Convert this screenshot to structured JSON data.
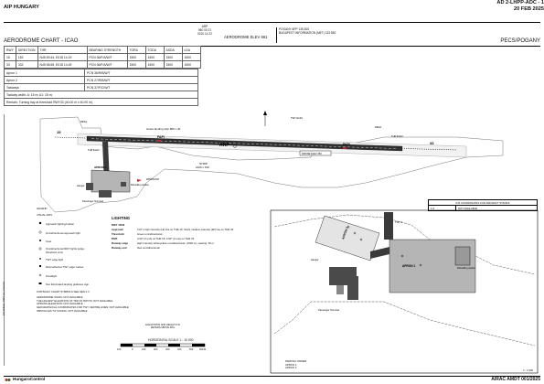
{
  "header": {
    "left": "AIP HUNGARY",
    "right_code": "AD 2-LHPP-ADC - 1",
    "right_date": "20 FEB 2025"
  },
  "arp_box": {
    "label": "ARP",
    "lat": "560 00 21",
    "lon": "0210 14 22"
  },
  "aerodrome_elev": "AERODROME ELEV 661",
  "frequencies": [
    "POGANY APP          135.815",
    "BUDAPEST INFORMATION (MET) 133.550"
  ],
  "titles": {
    "left": "AERODROME CHART - ICAO",
    "right": "PECS/POGANY"
  },
  "runway_table": {
    "headers": [
      "RWY",
      "DIRECTION",
      "THR",
      "BEARING STRENGTH",
      "TORA",
      "TODA",
      "ASDA",
      "LDA"
    ],
    "rows": [
      [
        "15",
        "152",
        "N45 59.44, E018 14.19",
        "PCN 36/F/A/W/T",
        "1500",
        "1500",
        "1500",
        "1500"
      ],
      [
        "33",
        "332",
        "N45 58.55, E018 14.49",
        "PCN 36/F/A/W/T",
        "1500",
        "1500",
        "1500",
        "1500"
      ]
    ]
  },
  "apron_rows": [
    {
      "label": "Apron 1",
      "value": "PCN 36/R/B/W/T"
    },
    {
      "label": "Apron 2",
      "value": "PCN 27/R/B/W/T"
    },
    {
      "label": "Taxiways",
      "value": "PCN 37/F/C/W/T"
    },
    {
      "label": "Taxiway width: A: 15 m; A1: 15 m;",
      "value": ""
    },
    {
      "label": "Remark: Turning bay at threshold RWY33 (40.00 m x 40.00 m).",
      "value": ""
    }
  ],
  "chart_labels": {
    "arp": "ARP",
    "papi15": "PAPI",
    "papi33": "PAPI",
    "strip": "STRIP",
    "strip_dims": "1620 x 150",
    "rwy_dims": "Grass landing strip 800 x 30",
    "twy_elev_left": "TWY ELEV",
    "twy_elev_right": "TWY ELEV",
    "rwy15": "15",
    "rwy33": "33",
    "thr_label_left": "THR ELEV",
    "thr_label_right": "THR ELEV",
    "apron_main": "APRON 1",
    "hangar": "Hangar",
    "terminal": "Passenger Terminal",
    "refuel": "Refuelling station",
    "windsock": "WINDSOCK",
    "vor_check": "CHECK POINT",
    "area_a": "RESA",
    "area_b": "RESA",
    "drone": "DRONE ELEV 252"
  },
  "legend": {
    "title": "LEGEND",
    "subtitle": "VISUAL AIDS",
    "items": [
      "Approach lighting/marker",
      "Omnidirectional approach light",
      "Inset",
      "Omnidirectional RWY lights (edge, threshold, end)",
      "TWY edge light",
      "Retroreflective TWY edge marker",
      "Floodlight",
      "Non illuminated landing guidance sign"
    ]
  },
  "lighting": {
    "title": "LIGHTING",
    "rows": [
      {
        "k": "RWY 15/33",
        "v": ""
      },
      {
        "k": "Approach",
        "v": "CAT 1 high intensity (HI) line on THR 15; SALS medium intensity (MI) line on THR 33"
      },
      {
        "k": "Threshold",
        "v": "Green omnidirectional"
      },
      {
        "k": "PAPI",
        "v": "3.00° (2 unit) on THR 15; 3.00° (2 unit) on THR 33"
      },
      {
        "k": "Runway edge",
        "v": "High intensity white/yellow omnidirectional, (1500 m), spacing: 60 m"
      },
      {
        "k": "Runway end",
        "v": "Red omnidirectional"
      }
    ]
  },
  "remarks": [
    "FOR BASIC CHART SYMBOLS SEE GEN 2.3",
    "AERODROME SIGNS: NOT AVAILABLE",
    "THE HIGHEST ELEVATION OF TDZ OF RWY33: NOT AVAILABLE",
    "APRONS ELEVATION: NOT AVAILABLE",
    "GEOGRAPHICAL COORDINATES FOR TWY CENTRE LINES: NOT AVAILABLE",
    "OBSTACLES TO TAXIING: NOT AVAILABLE"
  ],
  "scale": {
    "note": "ELEVATIONS AND HEIGHTS IN METERS ABOVE MSL",
    "title": "HORIZONTAL SCALE  1 : 10 000",
    "ticks": [
      "100",
      "0",
      "100",
      "200",
      "300",
      "400",
      "500",
      "600 M"
    ]
  },
  "inset": {
    "table_title": "INS COORDINATES FOR AIRCRAFT STANDS",
    "table_rows": [
      [
        "1-6",
        "NOT AVAILABLE"
      ]
    ],
    "labels": {
      "apron1": "APRON 1",
      "apron2": "APRON 2",
      "hangar": "Hangar",
      "terminal": "Passenger Terminal",
      "refuel": "Refuelling station",
      "twy": "TWY A"
    },
    "parking_title": "PARKING ORDER",
    "parking_rows": [
      "APRON 1",
      "APRON 2"
    ],
    "scale": "1 : 2 000"
  },
  "vertical_note": "CHANGE: TWY A1 remarks",
  "footer": {
    "left": "HungaroControl",
    "right": "AIRAC AMDT 001/2025"
  },
  "colors": {
    "surface": "#3a3a3a",
    "apron": "#b5b5b5",
    "grass": "#e9e9e9",
    "red": "#c0262c",
    "dark_text": "#111111"
  }
}
